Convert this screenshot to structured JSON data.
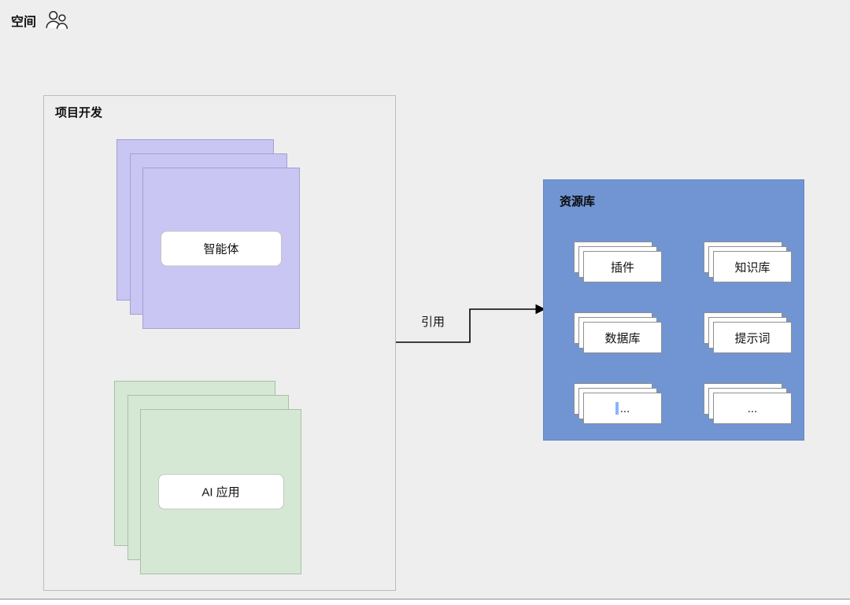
{
  "workspace": {
    "label": "空间",
    "icon": "group-icon"
  },
  "project_box": {
    "title": "项目开发",
    "agent_label": "智能体",
    "app_label": "AI 应用"
  },
  "connector": {
    "label": "引用"
  },
  "resource_box": {
    "title": "资源库",
    "cards": [
      {
        "label": "插件"
      },
      {
        "label": "知识库"
      },
      {
        "label": "数据库"
      },
      {
        "label": "提示词"
      },
      {
        "label": "...",
        "has_cursor": true
      },
      {
        "label": "..."
      }
    ]
  },
  "colors": {
    "canvas_bg": "#eeeeee",
    "agent_fill": "#c9c6f3",
    "agent_border": "#a3a0d0",
    "app_fill": "#d5e8d4",
    "app_border": "#a5c2a3",
    "resource_fill": "#7195d2",
    "cursor_blue": "#8ab4f8"
  }
}
